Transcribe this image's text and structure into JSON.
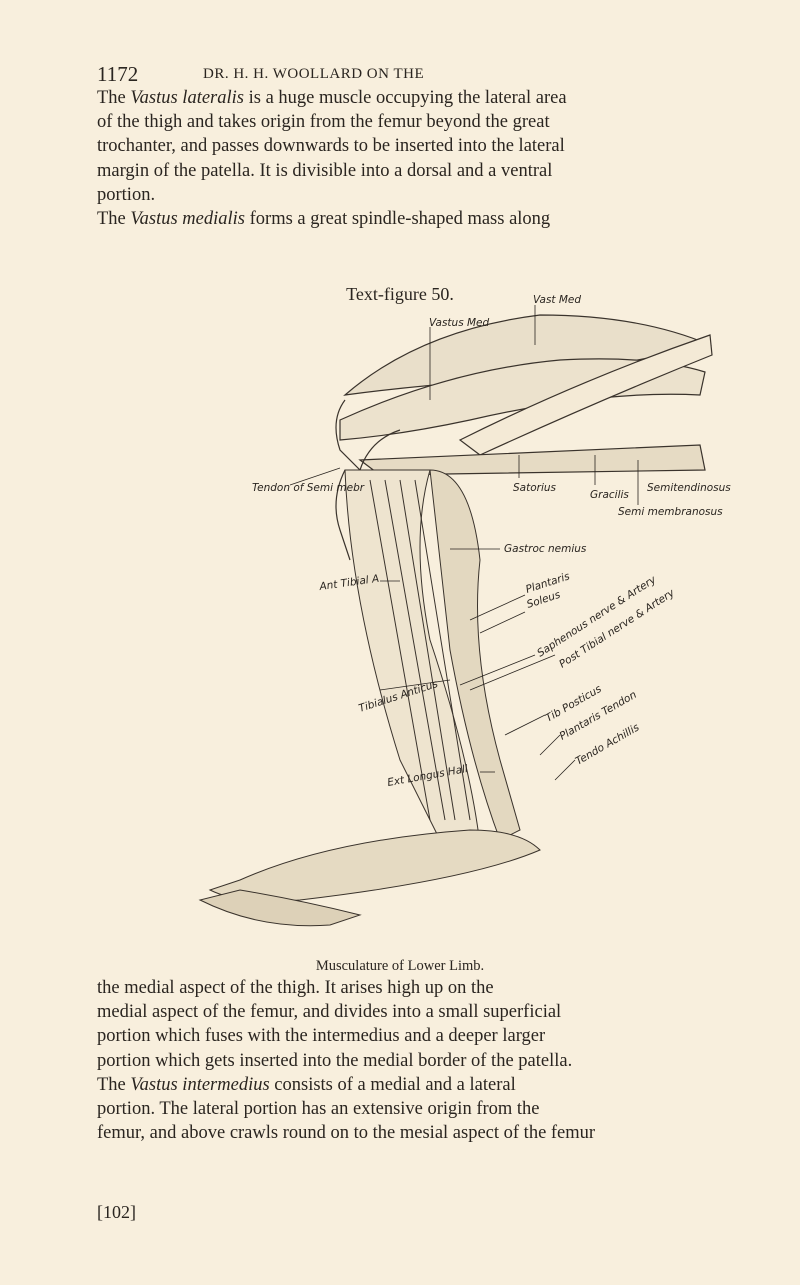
{
  "header": {
    "page_number": "1172",
    "running_title": "DR. H. H. WOOLLARD ON THE"
  },
  "paragraph_top": [
    [
      "The ",
      {
        "i": "Vastus lateralis"
      },
      " is a huge muscle occupying the lateral area"
    ],
    [
      "of the thigh and takes origin from the femur beyond the great"
    ],
    [
      "trochanter, and passes downwards to be inserted into the lateral"
    ],
    [
      "margin of the patella.  It is divisible into a dorsal and a ventral"
    ],
    [
      "portion."
    ],
    [
      "The ",
      {
        "i": "Vastus medialis"
      },
      " forms a great spindle-shaped mass along"
    ]
  ],
  "figure": {
    "title": "Text-figure 50.",
    "caption": "Musculature of Lower Limb.",
    "labels": {
      "vast_med": "Vast Med",
      "vastus_med": "Vastus Med",
      "tendon_semi_mebr": "Tendon of Semi mebr",
      "satorius": "Satorius",
      "gracilis": "Gracilis",
      "semitendinosus": "Semitendinosus",
      "semimembranosus": "Semi membranosus",
      "gastrocnemius": "Gastroc nemius",
      "ant_tibial": "Ant Tibial A",
      "plantaris": "Plantaris",
      "soleus": "Soleus",
      "saphenous": "Saphenous nerve & Artery",
      "post_tibial": "Post Tibial nerve & Artery",
      "tibialis_anticus": "Tibialus Anticus",
      "tib_posticus": "Tib Posticus",
      "plantaris_tendon": "Plantaris Tendon",
      "tendo_achillis": "Tendo Achillis",
      "ext_longus_hall": "Ext Longus Hall"
    }
  },
  "paragraph_bottom": [
    [
      "the medial aspect of the thigh.  It arises high up on the"
    ],
    [
      "medial aspect of the femur, and divides into a small superficial"
    ],
    [
      "portion which fuses with the intermedius and a deeper larger"
    ],
    [
      "portion which gets inserted into the medial border of the patella."
    ],
    [
      "The ",
      {
        "i": "Vastus intermedius"
      },
      " consists of a medial and a lateral"
    ],
    [
      "portion.  The lateral portion has an extensive origin from the"
    ],
    [
      "femur, and above crawls round on to the mesial aspect of the femur"
    ]
  ],
  "footer": {
    "figure_number": "[102]"
  },
  "colors": {
    "paper": "#f8efdd",
    "ink": "#2a2520"
  }
}
